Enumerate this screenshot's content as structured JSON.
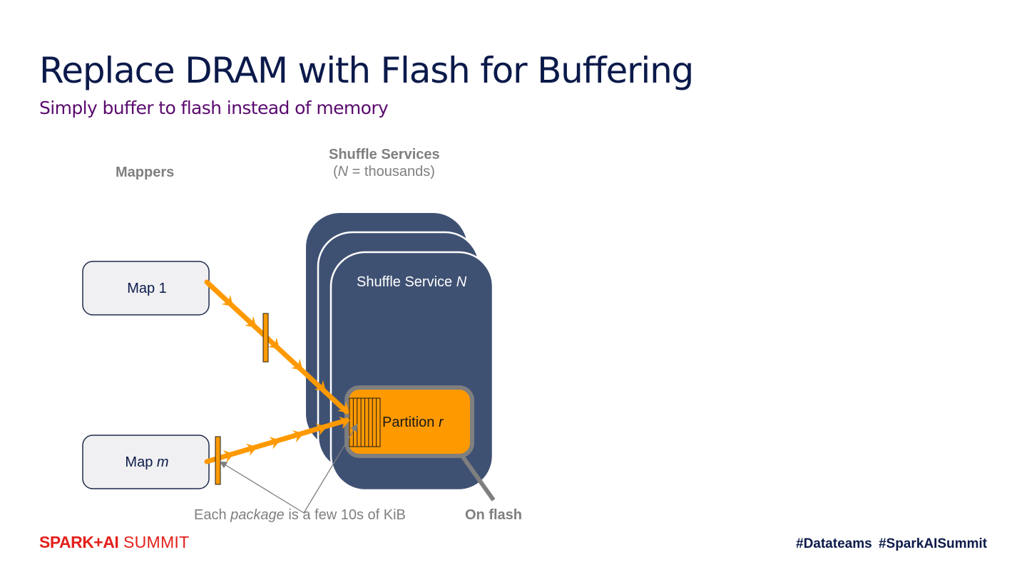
{
  "slide": {
    "title": "Replace DRAM with Flash for Buffering",
    "subtitle": "Simply buffer to flash instead of memory"
  },
  "diagram": {
    "mappers_heading": "Mappers",
    "shuffle_heading": "Shuffle Services",
    "shuffle_subheading_open": "(",
    "shuffle_subheading_var": "N",
    "shuffle_subheading_rest": " = thousands)",
    "mappers": [
      {
        "label": "Map ",
        "var": "1",
        "var_italic": false
      },
      {
        "label": "Map ",
        "var": "m",
        "var_italic": true
      }
    ],
    "shuffle_service_label": "Shuffle Service ",
    "shuffle_service_var": "N",
    "partition_label": "Partition ",
    "partition_var": "r",
    "package_note_pre": "Each ",
    "package_note_italic": "package",
    "package_note_post": " is a few 10s of KiB",
    "on_flash_label": "On flash",
    "package_slices": 8,
    "colors": {
      "service_fill": "#3f5173",
      "arrow_orange": "#ff9900",
      "partition_border": "#7f7f7f",
      "mapper_fill": "#f0f0f2",
      "mapper_border": "#1f2a4a",
      "annotation_gray": "#7f7f7f"
    }
  },
  "footer": {
    "logo_bold": "SPARK+AI",
    "logo_light": " SUMMIT",
    "hashtags": "#Datateams  #SparkAISummit"
  }
}
